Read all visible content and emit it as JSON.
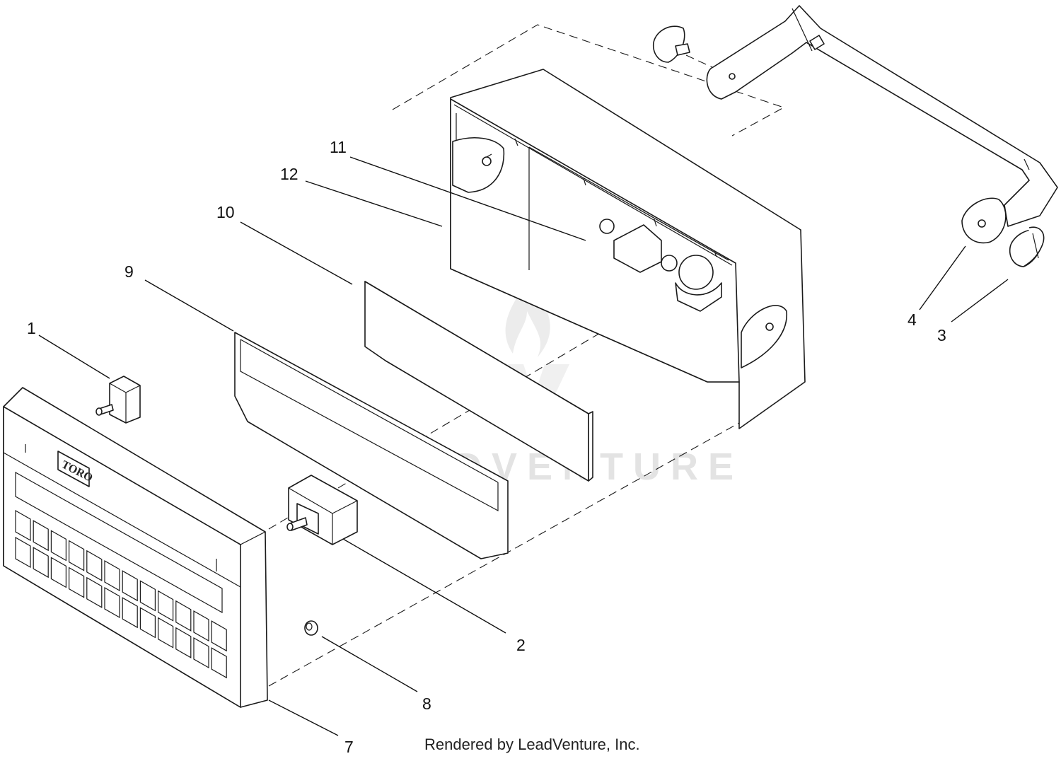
{
  "callouts": [
    {
      "id": "1",
      "label": "1"
    },
    {
      "id": "2",
      "label": "2"
    },
    {
      "id": "3",
      "label": "3"
    },
    {
      "id": "4",
      "label": "4"
    },
    {
      "id": "7",
      "label": "7"
    },
    {
      "id": "8",
      "label": "8"
    },
    {
      "id": "9",
      "label": "9"
    },
    {
      "id": "10",
      "label": "10"
    },
    {
      "id": "11",
      "label": "11"
    },
    {
      "id": "12",
      "label": "12"
    }
  ],
  "logo": {
    "text": "TORO"
  },
  "watermark": {
    "text": "LEADVENTURE"
  },
  "footer": {
    "credit": "Rendered by LeadVenture, Inc."
  }
}
